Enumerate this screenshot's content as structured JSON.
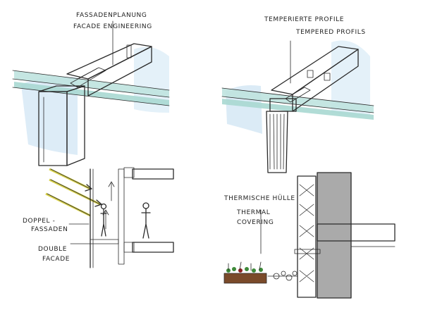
{
  "sketches": [
    {
      "id": "facade-engineering",
      "labels": [
        "FASSADENPLANUNG",
        "FACADE ENGINEERING"
      ]
    },
    {
      "id": "tempered-profiles",
      "labels": [
        "TEMPERIERTE PROFILE",
        "TEMPERED PROFILS"
      ]
    },
    {
      "id": "double-facade",
      "labels": [
        "DOPPEL -",
        "FASSADEN",
        "DOUBLE",
        "FACADE"
      ]
    },
    {
      "id": "thermal-envelope",
      "labels": [
        "THERMISCHE HÜLLE",
        "THERMAL",
        "COVERING"
      ]
    }
  ],
  "colors": {
    "glass": "#bfe3df",
    "glass_dark": "#8fc7c1",
    "sky": "#cfe4f3",
    "wood": "#e2a04f",
    "insulation": "#f1e86a",
    "concrete": "#9b9b9b",
    "red_block": "#8b2020",
    "ground": "#7a4a2a",
    "plant": "#3e8a3a"
  }
}
